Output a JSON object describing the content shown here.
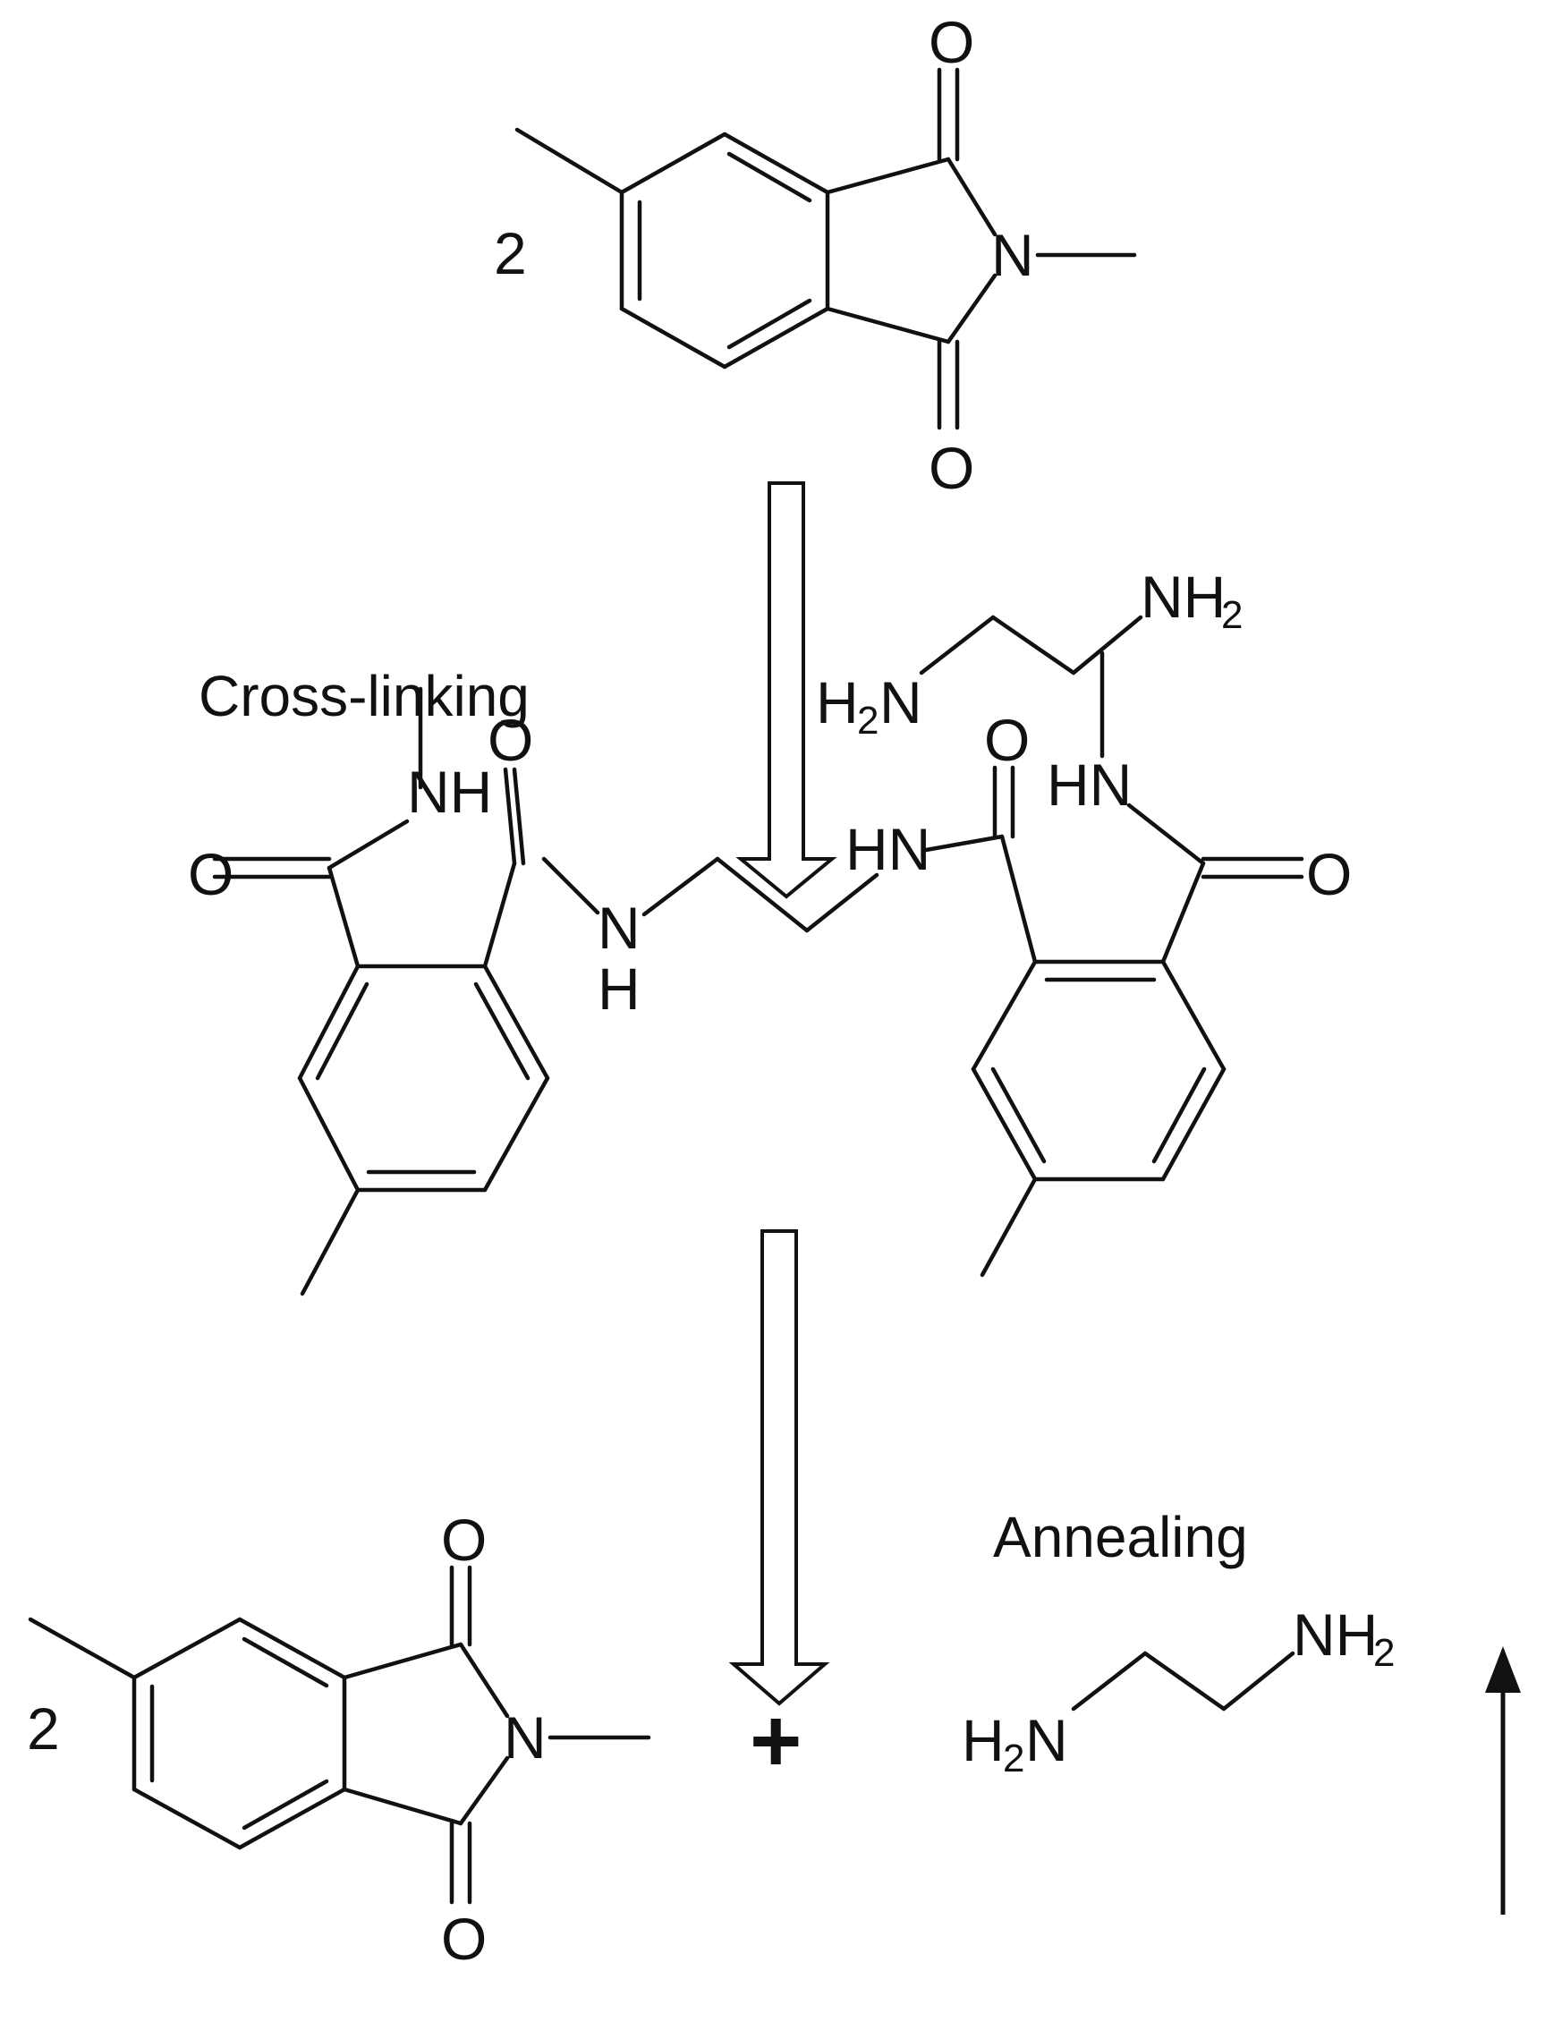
{
  "scheme": {
    "steps": {
      "cross_linking": "Cross-linking",
      "annealing": "Annealing"
    },
    "coefficients": {
      "reactant": "2",
      "product": "2"
    },
    "plus_sign": "+",
    "atoms": {
      "O": "O",
      "N": "N",
      "NH": "NH",
      "HN": "HN",
      "H": "H",
      "NH2_main": "NH",
      "H2N_H": "H",
      "H2N_N": "N",
      "subscript_2": "2"
    }
  }
}
